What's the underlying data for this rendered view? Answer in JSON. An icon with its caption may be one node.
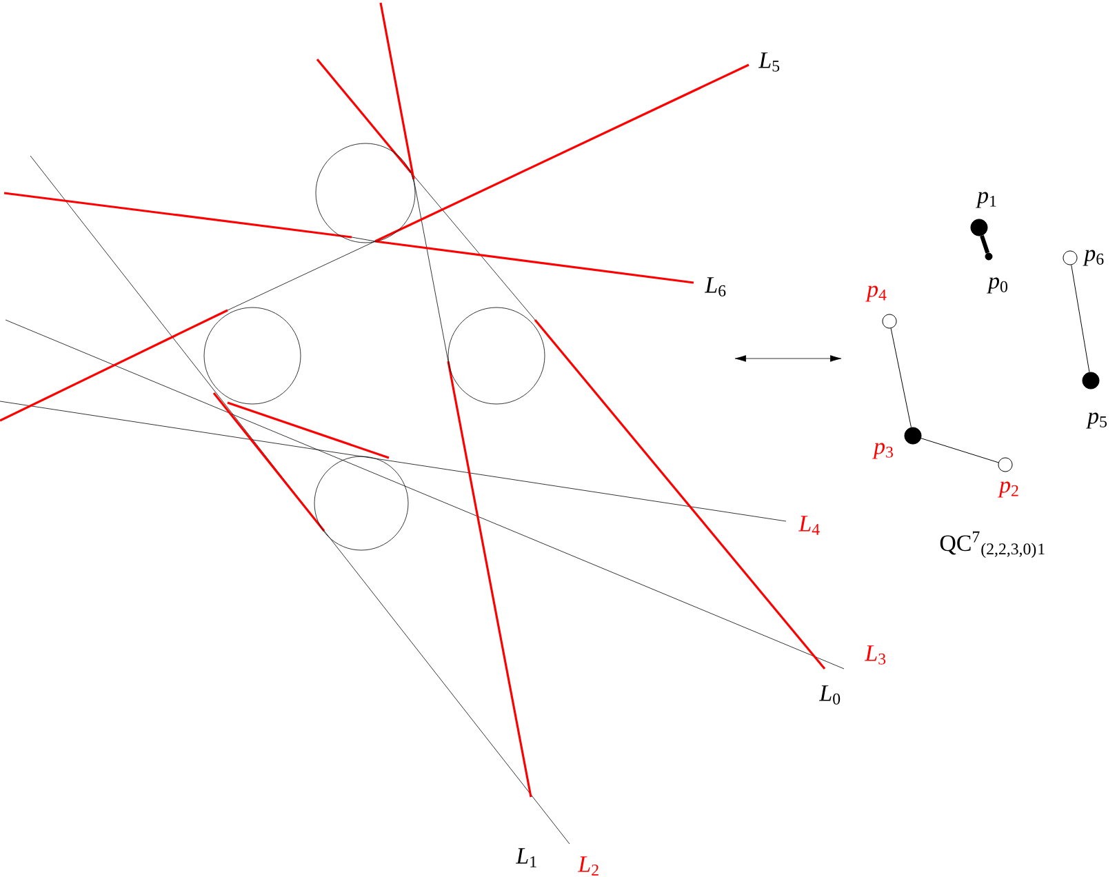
{
  "diagram": {
    "nodes": [
      {
        "text": [],
        "shape": "circle",
        "beside": [
          "*p*$_{1}$"
        ]
      },
      {
        "text": [],
        "shape": "circle",
        "beside": [
          "*p*$_{0}$"
        ]
      },
      {
        "text": [],
        "shape": "circle",
        "beside": [
          "*p*$_{6}$"
        ]
      },
      {
        "text": [],
        "shape": "circle",
        "beside": [
          "*p*$_{4}$"
        ]
      },
      {
        "text": [],
        "shape": "circle",
        "beside": [
          "*p*$_{5}$"
        ]
      },
      {
        "text": [],
        "shape": "circle",
        "beside": [
          "*p*$_{3}$"
        ]
      },
      {
        "text": [],
        "shape": "circle",
        "beside": [
          "*p*$_{2}$"
        ]
      }
    ],
    "edges": [
      {
        "from": 0,
        "to": 1,
        "arrow": "none",
        "style": "thick"
      },
      {
        "from": 3,
        "to": 5,
        "arrow": "none"
      },
      {
        "from": 5,
        "to": 6,
        "arrow": "none"
      },
      {
        "from": 2,
        "to": 4,
        "arrow": "none"
      }
    ],
    "labels": [
      "*L*$_{5}$",
      "*L*$_{6}$",
      "*L*$_{4}$",
      "QC$^{7}$$_{(2,2,3,0)}$$_{1}$",
      "*L*$_{3}$",
      "*L*$_{0}$",
      "*L*$_{1}$",
      "*L*$_{2}$"
    ]
  }
}
